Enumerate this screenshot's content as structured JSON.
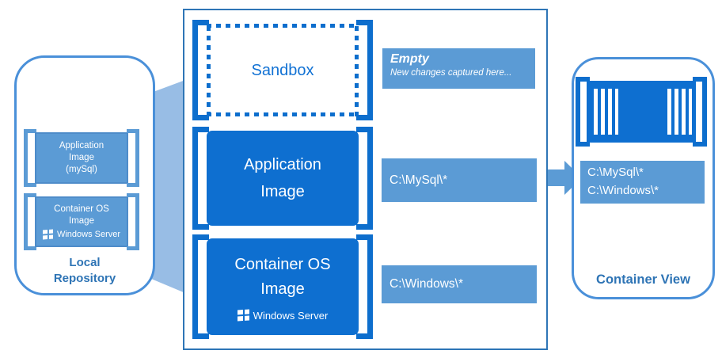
{
  "palette": {
    "bright_blue": "#0e6fd0",
    "medium_blue": "#5b9bd5",
    "beam_blue": "#98bde5",
    "panel_border_blue": "#4a90d9",
    "stack_border_blue": "#2e75b6",
    "title_blue": "#2e74b5"
  },
  "local_repository": {
    "title": [
      "Local",
      "Repository"
    ],
    "layers": {
      "application": {
        "label": [
          "Application",
          "Image",
          "(mySql)"
        ]
      },
      "os": {
        "label": [
          "Container OS",
          "Image"
        ],
        "badge": "Windows Server"
      }
    }
  },
  "stack": {
    "sandbox": {
      "label": "Sandbox"
    },
    "application": {
      "label": [
        "Application",
        "Image"
      ]
    },
    "os": {
      "label": [
        "Container OS",
        "Image"
      ],
      "badge": "Windows Server"
    },
    "annotations": {
      "empty": {
        "title": "Empty",
        "subtitle": "New changes captured here..."
      },
      "mysql": {
        "text": "C:\\MySql\\*"
      },
      "windows": {
        "text": "C:\\Windows\\*"
      }
    }
  },
  "container_view": {
    "title": "Container View",
    "paths": [
      "C:\\MySql\\*",
      "C:\\Windows\\*"
    ]
  }
}
